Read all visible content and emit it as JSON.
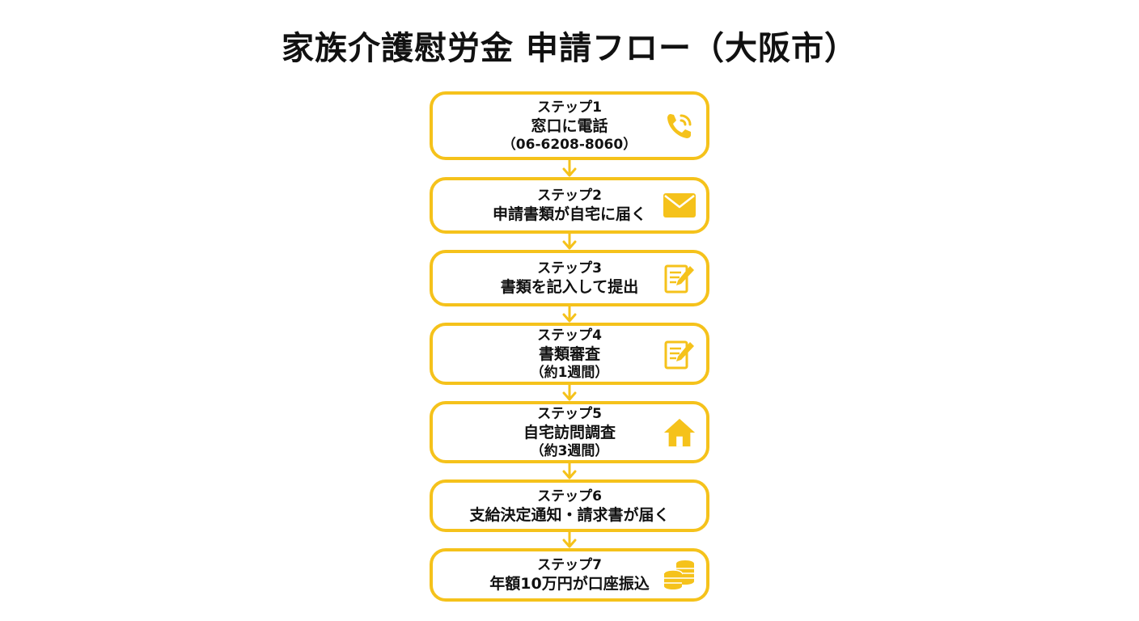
{
  "title": "家族介護慰労金 申請フロー（大阪市）",
  "colors": {
    "accent": "#F5C21B"
  },
  "steps": [
    {
      "label": "ステップ1",
      "text": "窓口に電話",
      "note": "（06-6208-8060）",
      "icon": "phone-icon"
    },
    {
      "label": "ステップ2",
      "text": "申請書類が自宅に届く",
      "icon": "envelope-icon"
    },
    {
      "label": "ステップ3",
      "text": "書類を記入して提出",
      "icon": "form-edit-icon"
    },
    {
      "label": "ステップ4",
      "text": "書類審査",
      "note": "（約1週間）",
      "icon": "form-edit-icon"
    },
    {
      "label": "ステップ5",
      "text": "自宅訪問調査",
      "note": "（約3週間）",
      "icon": "house-icon"
    },
    {
      "label": "ステップ6",
      "text": "支給決定通知・請求書が届く"
    },
    {
      "label": "ステップ7",
      "text": "年額10万円が口座振込",
      "icon": "coins-icon"
    }
  ]
}
